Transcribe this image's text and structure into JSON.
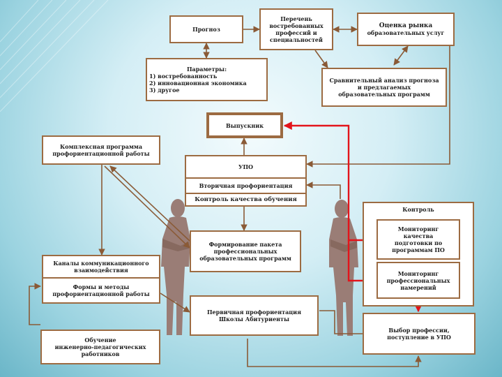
{
  "nodes": {
    "prognoz": "Прогноз",
    "perechen": "Перечень\nвостребованных\nпрофессий и\nспециальностей",
    "ocenka_title": "Оценка рынка",
    "ocenka_sub": "образовательных услуг",
    "parametry_title": "Параметры:",
    "parametry_items": "1) востребованность\n2) инновационная экономика\n3) другое",
    "sravnitelny": "Сравнительный анализ прогноза\n и предлагаемых\nобразовательных программ",
    "vypusknik": "Выпускник",
    "kompleksnaya": "Комплексная программа\nпрофориентационной работы",
    "upo": "УПО",
    "vtorichnaya": "Вторичная профориентация",
    "kontrol_kachestva": "Контроль качества обучения",
    "kontrol": "Контроль",
    "monitoring_kachestva": "Мониторинг\nкачества\nподготовки по\nпрограммам ПО",
    "monitoring_namereniy": "Мониторинг\nпрофессиональных\nнамерений",
    "kanaly": "Каналы коммуникационного\nвзаимодействия",
    "formy": "Формы и методы\nпрофориентационной работы",
    "formirovanie": "Формирование пакета\nпрофессиональных\nобразовательных программ",
    "pervichnaya": "Первичная профориентация\nШколы  Абитуриенты",
    "vybor": "Выбор профессии,\nпоступление в УПО",
    "obuchenie": "Обучение\nинженерно-педагогических\nработников"
  },
  "colors": {
    "box_border": "#9c6b42",
    "connector": "#8a5a36",
    "highlight_arrow": "#e3141b",
    "silhouette": "#9a7d76",
    "background": "#d4eef5"
  }
}
